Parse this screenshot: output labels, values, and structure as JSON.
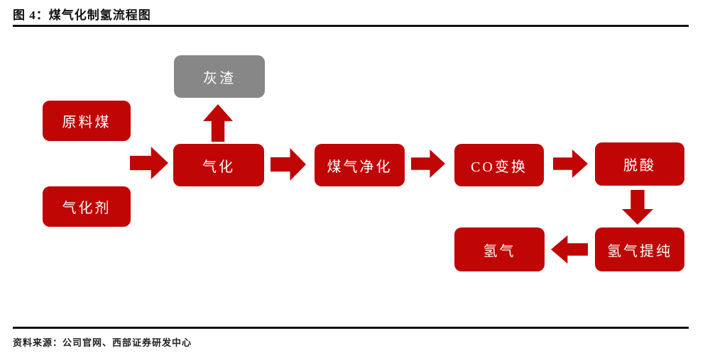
{
  "figure": {
    "title": "图 4：煤气化制氢流程图",
    "source": "资料来源：公司官网、西部证券研发中心"
  },
  "colors": {
    "node_red": "#c00505",
    "node_gray": "#878787",
    "rule_black": "#111111",
    "node_text": "#ffffff"
  },
  "flowchart": {
    "nodes": {
      "raw_coal": "原料煤",
      "gasifying_agent": "气化剂",
      "ash_residue": "灰渣",
      "gasification": "气化",
      "gas_purification": "煤气净化",
      "co_shift": "CO变换",
      "deacidification": "脱酸",
      "hydrogen_purification": "氢气提纯",
      "hydrogen": "氢气"
    },
    "edges": [
      {
        "from": "raw_coal",
        "to": "gasification",
        "direction": "right"
      },
      {
        "from": "gasifying_agent",
        "to": "gasification",
        "direction": "right"
      },
      {
        "from": "gasification",
        "to": "ash_residue",
        "direction": "up"
      },
      {
        "from": "gasification",
        "to": "gas_purification",
        "direction": "right"
      },
      {
        "from": "gas_purification",
        "to": "co_shift",
        "direction": "right"
      },
      {
        "from": "co_shift",
        "to": "deacidification",
        "direction": "right"
      },
      {
        "from": "deacidification",
        "to": "hydrogen_purification",
        "direction": "down"
      },
      {
        "from": "hydrogen_purification",
        "to": "hydrogen",
        "direction": "left"
      }
    ]
  }
}
